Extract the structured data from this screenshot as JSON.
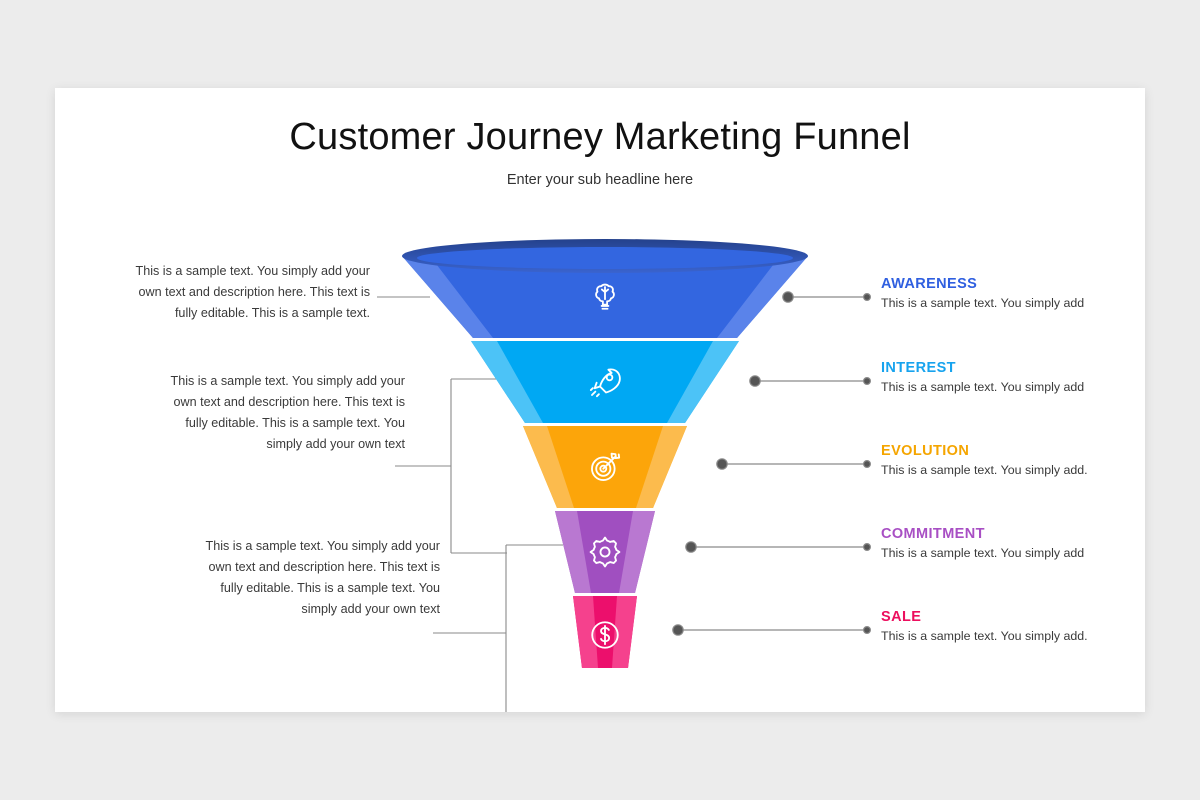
{
  "slide": {
    "title": "Customer Journey Marketing Funnel",
    "subtitle": "Enter your sub headline here",
    "background_color": "#ececec",
    "card_color": "#ffffff"
  },
  "funnel": {
    "stages": [
      {
        "name": "AWARENESS",
        "color": "#3366e0",
        "rim_color": "#2c4ea3",
        "shade_color": "#5a83ea",
        "icon": "brain-bulb-icon"
      },
      {
        "name": "INTEREST",
        "color": "#00a8f3",
        "rim_color": "#0095d9",
        "shade_color": "#4cc3f7",
        "icon": "rocket-icon"
      },
      {
        "name": "EVOLUTION",
        "color": "#fca50a",
        "rim_color": "#e8950a",
        "shade_color": "#fcbb4d",
        "icon": "target-icon"
      },
      {
        "name": "COMMITMENT",
        "color": "#a04fc0",
        "rim_color": "#8f43ad",
        "shade_color": "#b978d1",
        "icon": "gear-icon"
      },
      {
        "name": "SALE",
        "color": "#ec0f6c",
        "rim_color": "#d60a60",
        "shade_color": "#f5418d",
        "icon": "dollar-circle-icon"
      }
    ]
  },
  "left_callouts": [
    {
      "id": "left-1",
      "text": "This is a sample text. You simply add your own text and description here. This text is fully editable. This is a sample text."
    },
    {
      "id": "left-2",
      "text": "This is a sample text. You simply add your own text and description here. This text is fully editable. This is a sample text. You simply add your own text"
    },
    {
      "id": "left-3",
      "text": "This is a sample text. You simply add your own text and description here. This text is fully editable. This is a sample text. You simply add your own text"
    }
  ],
  "right_callouts": [
    {
      "title": "AWARENESS",
      "color": "#2f5fe0",
      "description": "This is a sample text. You simply add"
    },
    {
      "title": "INTEREST",
      "color": "#17a3ee",
      "description": "This is a sample text. You simply add"
    },
    {
      "title": "EVOLUTION",
      "color": "#f5a500",
      "description": "This is a sample text. You simply add."
    },
    {
      "title": "COMMITMENT",
      "color": "#a84fc4",
      "description": "This is a sample text. You simply add"
    },
    {
      "title": "SALE",
      "color": "#ec0f5e",
      "description": "This is a sample text. You simply add."
    }
  ],
  "connectors": {
    "line_color": "#8a8a8a",
    "dot_color": "#555555"
  }
}
